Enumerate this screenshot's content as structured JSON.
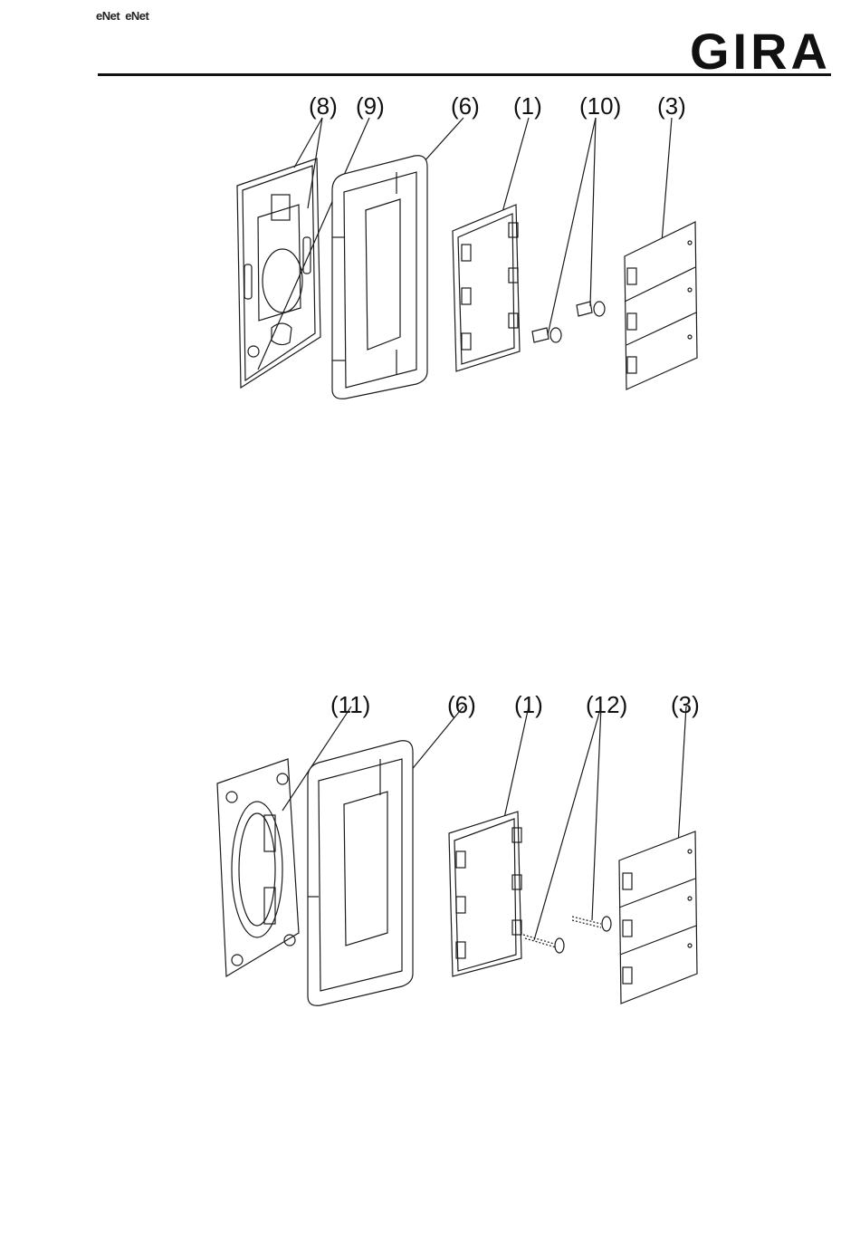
{
  "header": {
    "logo_left": [
      "eNet",
      "eNet"
    ],
    "brand": "GIRA"
  },
  "figure_top": {
    "callouts": [
      "(8)",
      "(9)",
      "(6)",
      "(1)",
      "(10)",
      "(3)"
    ]
  },
  "figure_bottom": {
    "callouts": [
      "(11)",
      "(6)",
      "(1)",
      "(12)",
      "(3)"
    ]
  },
  "colors": {
    "line": "#1a1a1a",
    "fill": "#ffffff",
    "shade": "#d9d9d9"
  }
}
